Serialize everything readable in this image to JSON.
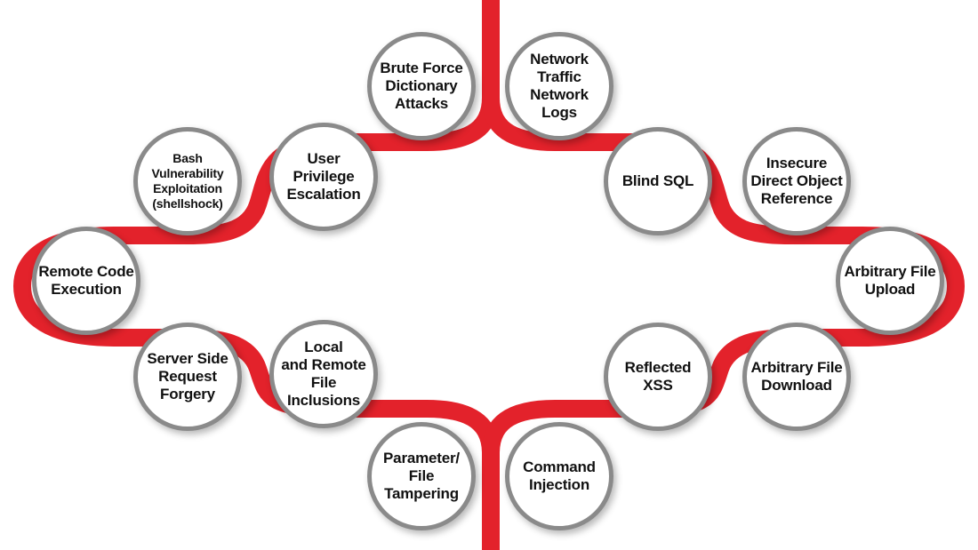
{
  "colors": {
    "track": "#e3222b",
    "node_border": "#8a8a8a",
    "node_fill": "#ffffff",
    "text": "#111111"
  },
  "nodes": {
    "brute_force": "Brute Force\nDictionary\nAttacks",
    "network_traffic": "Network\nTraffic\nNetwork\nLogs",
    "bash_vulnerability": "Bash\nVulnerability\nExploitation\n(shellshock)",
    "user_privilege": "User\nPrivilege\nEscalation",
    "blind_sql": "Blind SQL",
    "insecure_direct_object": "Insecure\nDirect Object\nReference",
    "remote_code_execution": "Remote Code\nExecution",
    "arbitrary_file_upload": "Arbitrary File\nUpload",
    "server_side_request_forgery": "Server Side\nRequest\nForgery",
    "local_remote_file_inclusions": "Local\nand Remote\nFile\nInclusions",
    "reflected_xss": "Reflected\nXSS",
    "arbitrary_file_download": "Arbitrary File\nDownload",
    "parameter_file_tampering": "Parameter/\nFile\nTampering",
    "command_injection": "Command\nInjection"
  }
}
